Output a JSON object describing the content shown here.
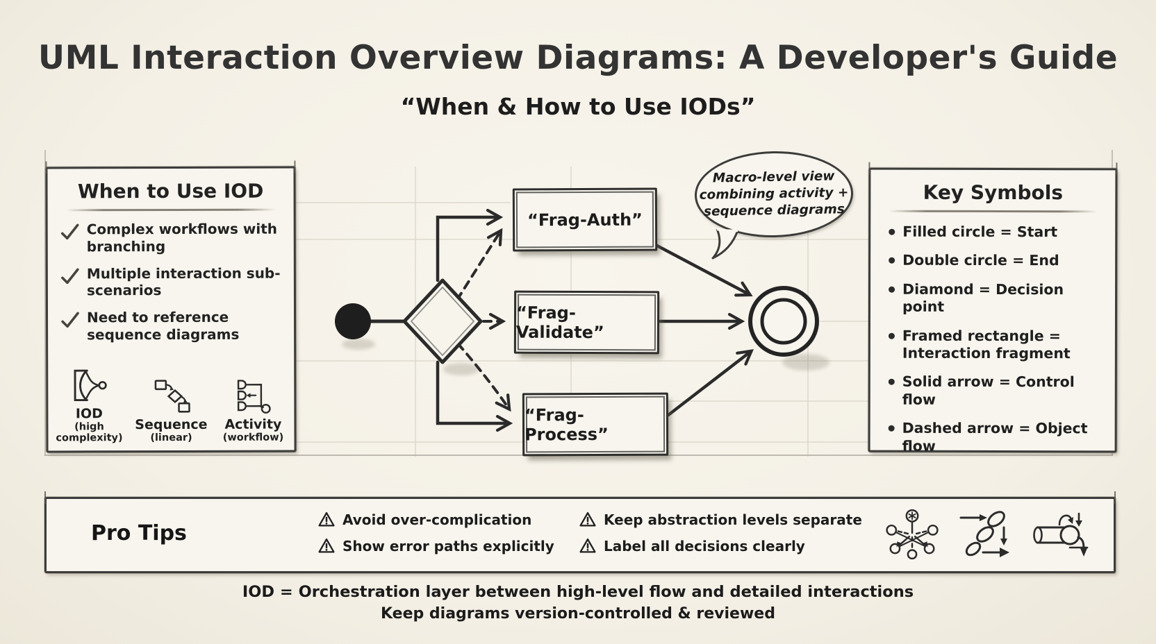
{
  "page": {
    "title": "UML Interaction Overview Diagrams: A Developer's Guide",
    "subtitle": "“When & How to Use IODs”",
    "footer_line1": "IOD = Orchestration layer between high-level flow and detailed interactions",
    "footer_line2": "Keep diagrams version-controlled & reviewed",
    "colors": {
      "paper": "#f5f1e8",
      "panel": "#f8f5ee",
      "ink": "#2b2b2b"
    }
  },
  "when_panel": {
    "title": "When to Use IOD",
    "items": [
      "Complex workflows with branching",
      "Multiple interaction sub-scenarios",
      "Need to reference sequence diagrams"
    ],
    "diagram_types": [
      {
        "label": "IOD",
        "sublabel": "(high complexity)",
        "icon": "iod-mini-icon"
      },
      {
        "label": "Sequence",
        "sublabel": "(linear)",
        "icon": "sequence-mini-icon"
      },
      {
        "label": "Activity",
        "sublabel": "(workflow)",
        "icon": "activity-mini-icon"
      }
    ]
  },
  "flow": {
    "fragments": [
      "“Frag-Auth”",
      "“Frag-Validate”",
      "“Frag-Process”"
    ],
    "callout_lines": [
      "Macro-level view",
      "combining activity +",
      "sequence diagrams"
    ],
    "nodes": {
      "start": "filled-circle-start",
      "decision": "diamond-decision",
      "end": "double-circle-end"
    }
  },
  "symbols_panel": {
    "title": "Key Symbols",
    "items": [
      "Filled circle = Start",
      "Double circle = End",
      "Diamond = Decision point",
      "Framed rectangle = Interaction fragment",
      "Solid arrow = Control flow",
      "Dashed arrow = Object flow"
    ]
  },
  "pro_tips": {
    "title": "Pro Tips",
    "tips": [
      "Avoid over-complication",
      "Show error paths explicitly",
      "Keep abstraction levels separate",
      "Label all decisions clearly"
    ],
    "icons": [
      "network-doodle-icon",
      "chain-link-doodle-icon",
      "pipe-flow-doodle-icon"
    ]
  }
}
